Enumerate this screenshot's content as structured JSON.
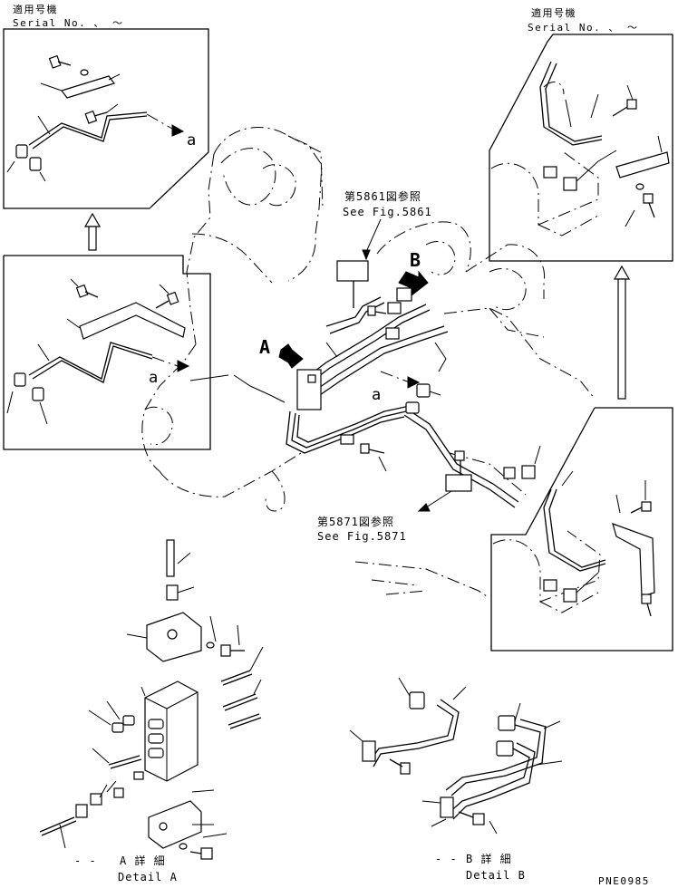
{
  "serial_top_left": {
    "jp": "適用号機",
    "en": "Serial No.  、  ～"
  },
  "serial_top_right": {
    "jp": "適用号機",
    "en": "Serial No.  、  ～"
  },
  "ref_5861": {
    "jp": "第5861図参照",
    "en": "See Fig.5861"
  },
  "ref_5871": {
    "jp": "第5871図参照",
    "en": "See Fig.5871"
  },
  "view_arrows": {
    "a": "A",
    "b": "B"
  },
  "connection_label": "a",
  "detail_a": {
    "prefix": "‐ ‐",
    "jp": "A 詳 細",
    "en": "Detail A"
  },
  "detail_b": {
    "prefix": "‐ ‐",
    "jp": "B 詳 細",
    "en": "Detail B"
  },
  "drawing_number": "PNE0985"
}
